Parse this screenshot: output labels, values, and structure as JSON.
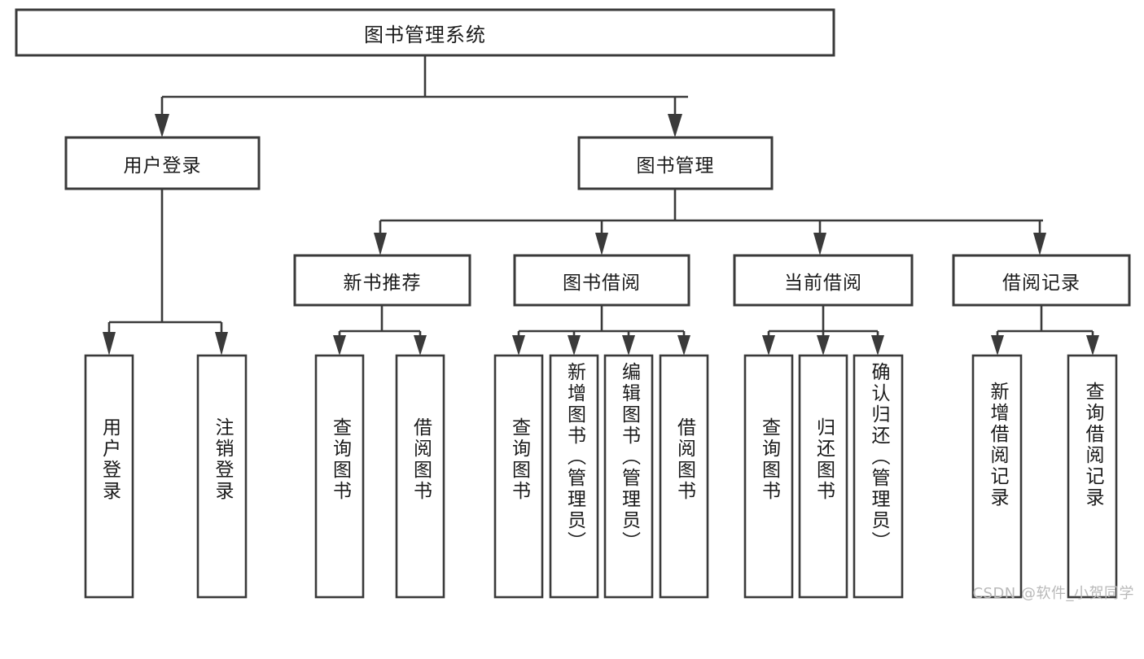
{
  "diagram": {
    "type": "tree-hierarchy",
    "title": "图书管理系统",
    "watermark": "CSDN @软件_小贺同学",
    "colors": {
      "background": "#ffffff",
      "stroke": "#3a3a3a",
      "text": "#1a1a1a",
      "watermark": "#b9b9b9"
    },
    "levels": {
      "level1": [
        "图书管理系统"
      ],
      "level2": [
        "用户登录",
        "图书管理"
      ],
      "level3": [
        "新书推荐",
        "图书借阅",
        "当前借阅",
        "借阅记录"
      ],
      "level4": [
        "用户登录",
        "注销登录",
        "查询图书",
        "借阅图书",
        "查询图书",
        "新增图书（管理员）",
        "编辑图书（管理员）",
        "借阅图书",
        "查询图书",
        "归还图书",
        "确认归还（管理员）",
        "新增借阅记录",
        "查询借阅记录"
      ]
    },
    "nodes": {
      "root": {
        "label": "图书管理系统"
      },
      "user_login": {
        "label": "用户登录"
      },
      "book_manage": {
        "label": "图书管理"
      },
      "new_book_rec": {
        "label": "新书推荐"
      },
      "book_borrow": {
        "label": "图书借阅"
      },
      "current_borrow": {
        "label": "当前借阅"
      },
      "borrow_record": {
        "label": "借阅记录"
      },
      "leaf_user_login": {
        "label": "用户登录"
      },
      "leaf_user_logout": {
        "label": "注销登录"
      },
      "leaf_query_book_1": {
        "label": "查询图书"
      },
      "leaf_borrow_book_1": {
        "label": "借阅图书"
      },
      "leaf_query_book_2": {
        "label": "查询图书"
      },
      "leaf_add_book": {
        "label": "新增图书（管理员）"
      },
      "leaf_edit_book": {
        "label": "编辑图书（管理员）"
      },
      "leaf_borrow_book_2": {
        "label": "借阅图书"
      },
      "leaf_query_book_3": {
        "label": "查询图书"
      },
      "leaf_return_book": {
        "label": "归还图书"
      },
      "leaf_confirm_return": {
        "label": "确认归还（管理员）"
      },
      "leaf_add_record": {
        "label": "新增借阅记录"
      },
      "leaf_query_record": {
        "label": "查询借阅记录"
      }
    },
    "edges": [
      {
        "from": "root",
        "to": "user_login"
      },
      {
        "from": "root",
        "to": "book_manage"
      },
      {
        "from": "user_login",
        "to": "leaf_user_login"
      },
      {
        "from": "user_login",
        "to": "leaf_user_logout"
      },
      {
        "from": "book_manage",
        "to": "new_book_rec"
      },
      {
        "from": "book_manage",
        "to": "book_borrow"
      },
      {
        "from": "book_manage",
        "to": "current_borrow"
      },
      {
        "from": "book_manage",
        "to": "borrow_record"
      },
      {
        "from": "new_book_rec",
        "to": "leaf_query_book_1"
      },
      {
        "from": "new_book_rec",
        "to": "leaf_borrow_book_1"
      },
      {
        "from": "book_borrow",
        "to": "leaf_query_book_2"
      },
      {
        "from": "book_borrow",
        "to": "leaf_add_book"
      },
      {
        "from": "book_borrow",
        "to": "leaf_edit_book"
      },
      {
        "from": "book_borrow",
        "to": "leaf_borrow_book_2"
      },
      {
        "from": "current_borrow",
        "to": "leaf_query_book_3"
      },
      {
        "from": "current_borrow",
        "to": "leaf_return_book"
      },
      {
        "from": "current_borrow",
        "to": "leaf_confirm_return"
      },
      {
        "from": "borrow_record",
        "to": "leaf_add_record"
      },
      {
        "from": "borrow_record",
        "to": "leaf_query_record"
      }
    ]
  }
}
